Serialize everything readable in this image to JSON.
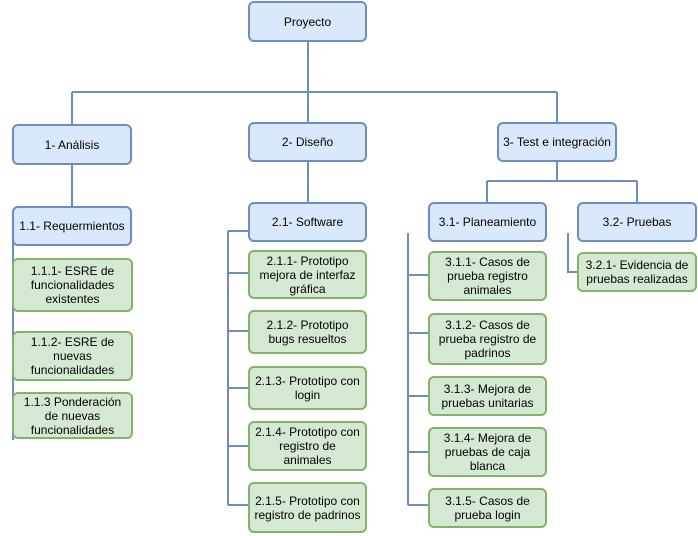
{
  "root": {
    "label": "Proyecto"
  },
  "branches": [
    {
      "label": "1- Análisis",
      "groups": [
        {
          "label": "1.1- Requermientos",
          "tasks": [
            "1.1.1- ESRE de funcionalidades existentes",
            "1.1.2- ESRE de nuevas funcionalidades",
            "1.1.3 Ponderación de nuevas funcionalidades"
          ]
        }
      ]
    },
    {
      "label": "2- Diseño",
      "groups": [
        {
          "label": "2.1- Software",
          "tasks": [
            "2.1.1- Prototipo mejora de interfaz gráfica",
            "2.1.2- Prototipo bugs resueltos",
            "2.1.3- Prototipo con login",
            "2.1.4- Prototipo con registro de animales",
            "2.1.5- Prototipo con registro de padrinos"
          ]
        }
      ]
    },
    {
      "label": "3- Test e integración",
      "groups": [
        {
          "label": "3.1- Planeamiento",
          "tasks": [
            "3.1.1- Casos de prueba registro animales",
            "3.1.2- Casos de prueba registro de padrinos",
            "3.1.3- Mejora de pruebas unitarias",
            "3.1.4- Mejora de pruebas de caja blanca",
            "3.1.5- Casos de prueba login"
          ]
        },
        {
          "label": "3.2- Pruebas",
          "tasks": [
            "3.2.1- Evidencia de pruebas realizadas"
          ]
        }
      ]
    }
  ],
  "colors": {
    "group_fill": "#dae8fc",
    "group_border": "#6c8ebf",
    "task_fill": "#d5e8d4",
    "task_border": "#82b366",
    "connector": "#6c8ebf"
  }
}
